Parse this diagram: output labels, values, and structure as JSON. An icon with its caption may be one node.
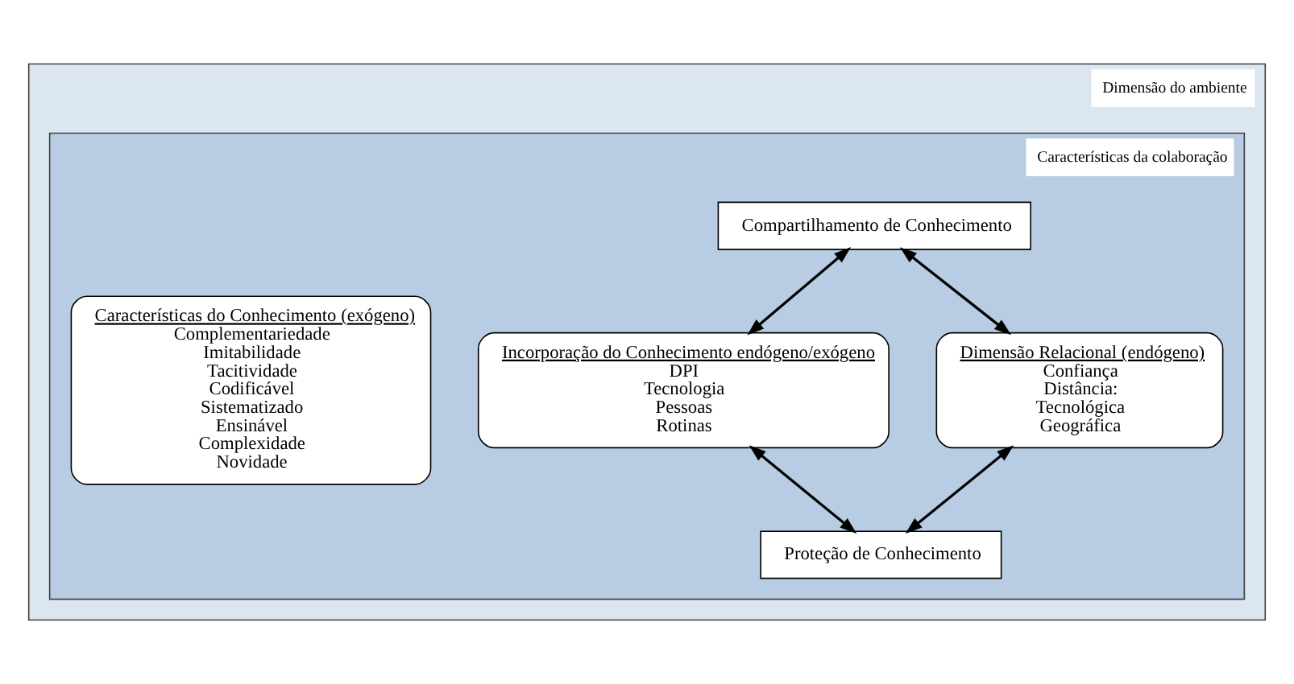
{
  "diagram": {
    "nodes": [
      {
        "text": [
          "Dimensão do ambiente"
        ]
      },
      {
        "text": [
          "Características da colaboração"
        ],
        "in": 0
      },
      {
        "text": [
          "Compartilhamento de Conhecimento"
        ],
        "in": 1
      },
      {
        "text": [
          "Incorporação do Conhecimento endógeno/exógeno",
          "DPI",
          "Tecnologia",
          "Pessoas",
          "Rotinas"
        ],
        "in": 1
      },
      {
        "text": [
          "Características do Conhecimento (exógeno)",
          "Complementariedade",
          "Imitabilidade",
          "Tacitividade",
          "Codificável",
          "Sistematizado",
          "Ensinável",
          "Complexidade",
          "Novidade"
        ],
        "in": 1
      },
      {
        "text": [
          "Dimensão Relacional (endógeno)",
          "Confiança",
          "Distância:",
          "Tecnológica",
          "Geográfica"
        ],
        "in": 1
      },
      {
        "text": [
          "Proteção de Conhecimento"
        ],
        "in": 1
      }
    ],
    "edges": [
      {
        "from": 2,
        "to": 3,
        "arrow": "both"
      },
      {
        "from": 2,
        "to": 5,
        "arrow": "both"
      },
      {
        "from": 3,
        "to": 6,
        "arrow": "both"
      },
      {
        "from": 5,
        "to": 6,
        "arrow": "both"
      }
    ]
  }
}
